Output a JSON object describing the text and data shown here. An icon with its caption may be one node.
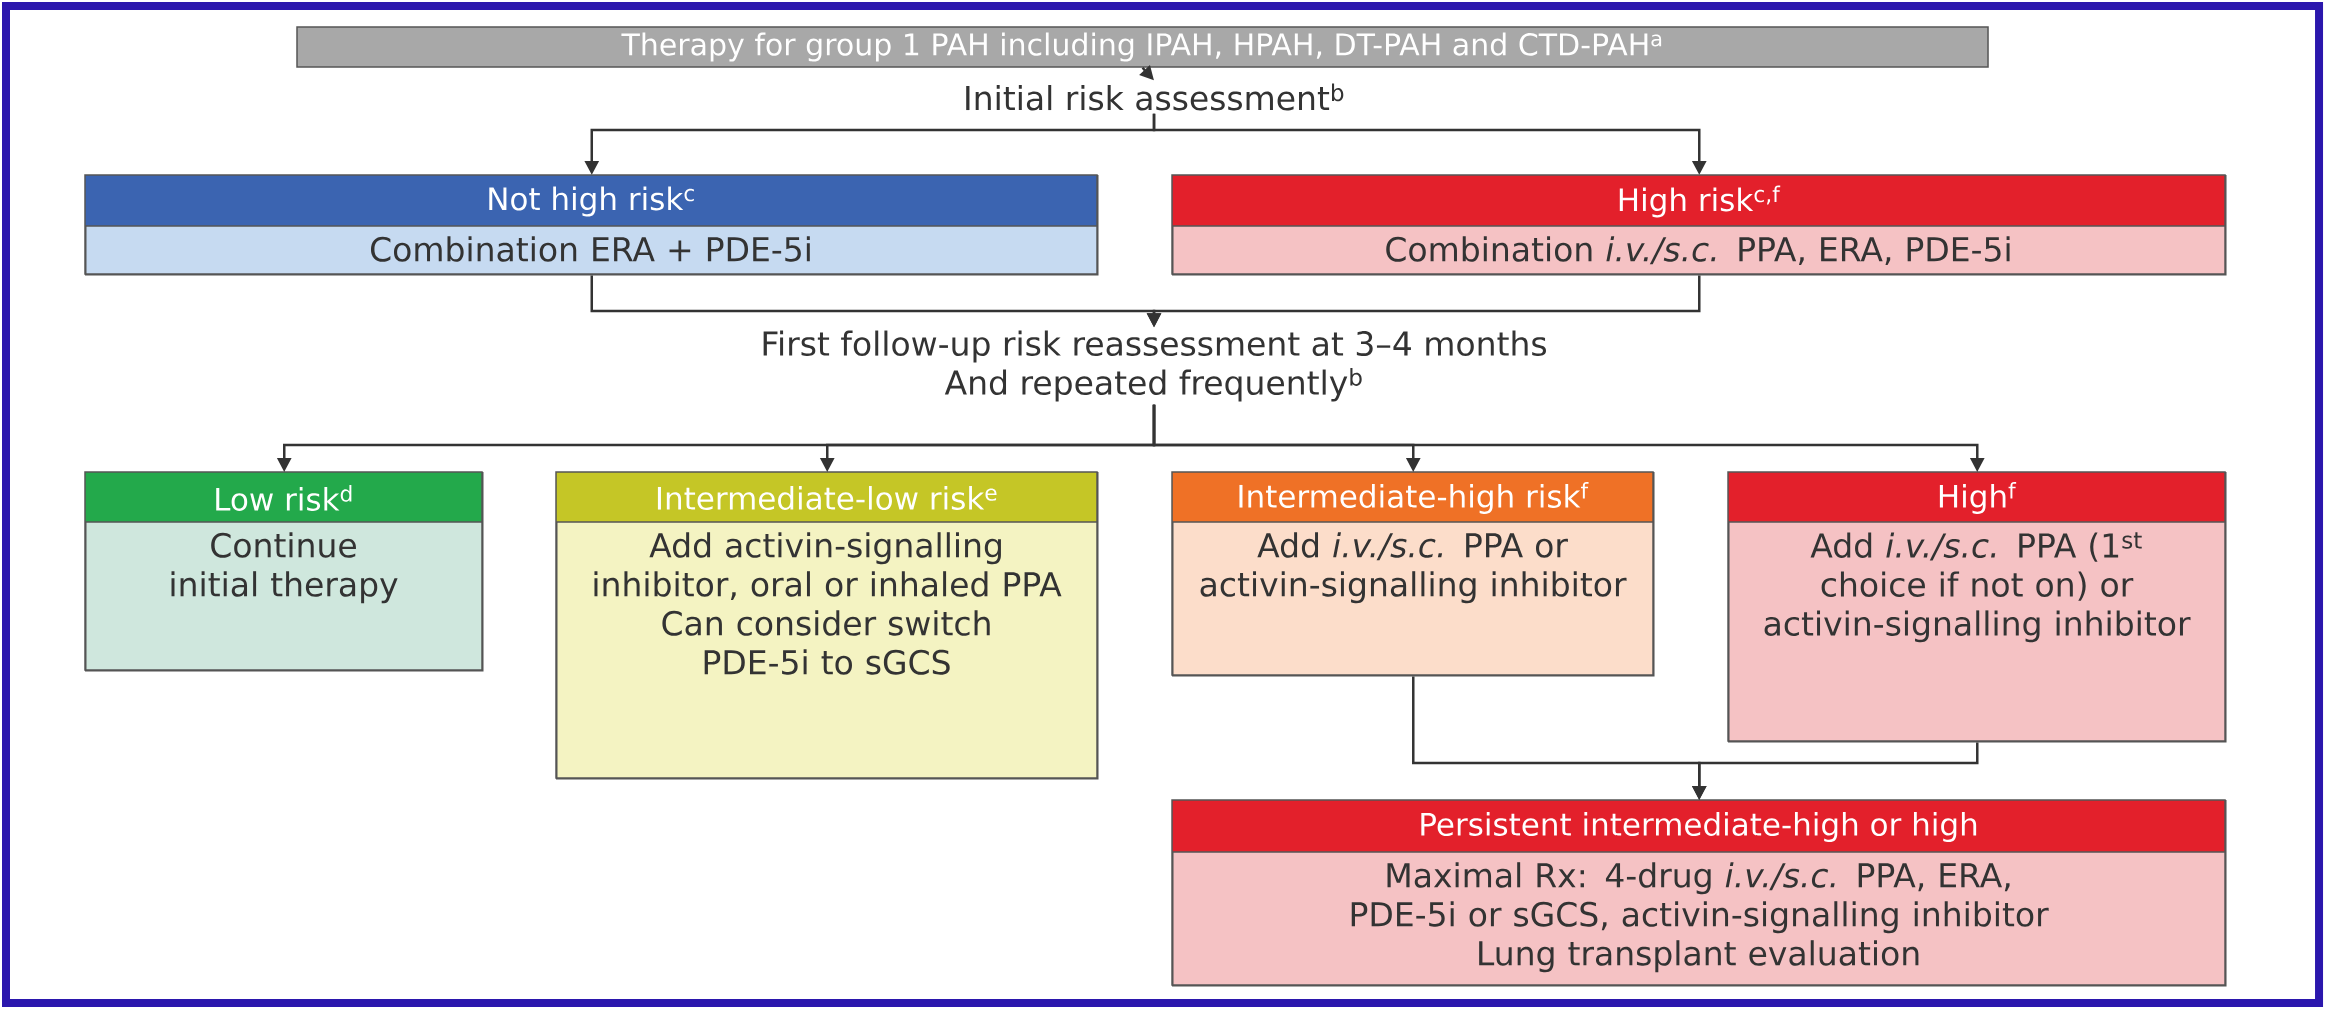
{
  "diagram": {
    "nodes": [
      {
        "text": [
          "Therapy for group 1 PAH including IPAH, HPAH, DT-PAH and CTD-PAH$^{a}$"
        ]
      },
      {
        "text": [
          "Initial risk assessment$^{b}$"
        ]
      },
      {
        "text": [
          "Not high risk$^{c}$",
          "Combination ERA + PDE-5i"
        ]
      },
      {
        "text": [
          "High risk$^{c,f}$",
          "Combination *i.v./s.c.* PPA, ERA, PDE-5i"
        ]
      },
      {
        "text": [
          "First follow-up risk reassessment at 3–4 months",
          "And repeated frequently$^{b}$"
        ]
      },
      {
        "text": [
          "Low risk$^{d}$",
          "Continue initial therapy"
        ]
      },
      {
        "text": [
          "Intermediate-low risk$^{e}$",
          "Add activin-signalling inhibitor, oral or inhaled PPA",
          "Can consider switch PDE-5i to sGCS"
        ]
      },
      {
        "text": [
          "Intermediate-high risk$^{f}$",
          "Add *i.v./s.c.* PPA or activin-signalling inhibitor"
        ]
      },
      {
        "text": [
          "High$^{f}$",
          "Add *i.v./s.c.* PPA (1$^{st}$ choice if not on) or activin-signalling inhibitor"
        ]
      },
      {
        "text": [
          "Persistent intermediate-high or high",
          "Maximal Rx: 4-drug *i.v./s.c.* PPA, ERA, PDE-5i or sGCS, activin-signalling inhibitor",
          "Lung transplant evaluation"
        ]
      }
    ],
    "edges": [
      {
        "from": 0,
        "to": 1,
        "arrow": "to"
      },
      {
        "from": 1,
        "to": 2,
        "arrow": "to"
      },
      {
        "from": 1,
        "to": 3,
        "arrow": "to"
      },
      {
        "from": 2,
        "to": 4,
        "arrow": "to"
      },
      {
        "from": 3,
        "to": 4,
        "arrow": "to"
      },
      {
        "from": 4,
        "to": 5,
        "arrow": "to"
      },
      {
        "from": 4,
        "to": 6,
        "arrow": "to"
      },
      {
        "from": 4,
        "to": 7,
        "arrow": "to"
      },
      {
        "from": 4,
        "to": 8,
        "arrow": "to"
      },
      {
        "from": 7,
        "to": 9,
        "arrow": "to"
      },
      {
        "from": 8,
        "to": 9,
        "arrow": "to"
      }
    ]
  }
}
